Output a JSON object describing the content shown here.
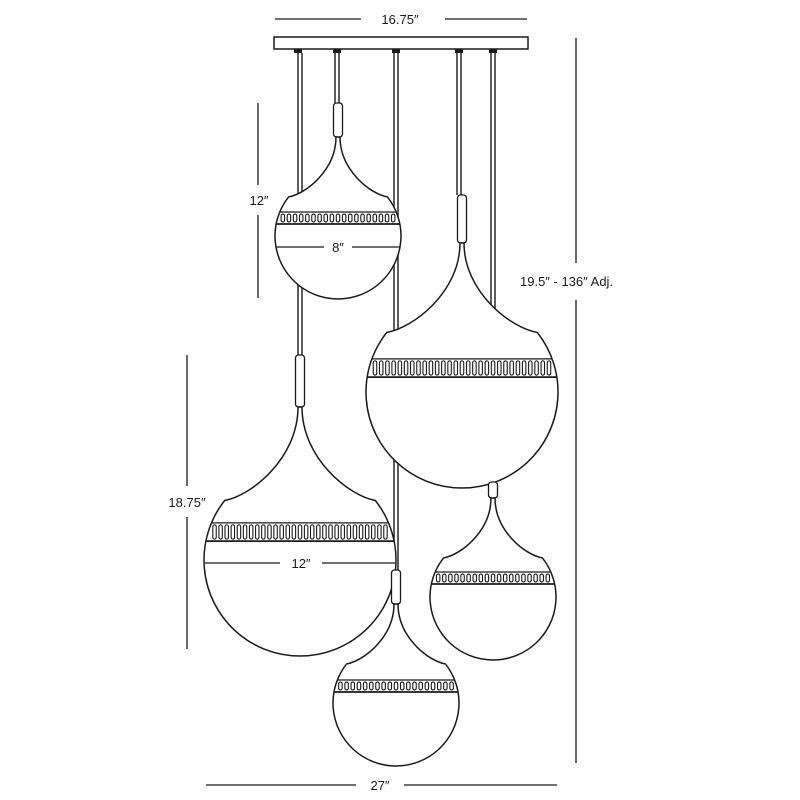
{
  "dimensions": {
    "canopy_width": "16.75″",
    "small_globe_height": "12″",
    "small_globe_diameter": "8″",
    "overall_height": "19.5″ - 136″ Adj.",
    "large_globe_height": "18.75″",
    "large_globe_diameter": "12″",
    "overall_width": "27″"
  },
  "colors": {
    "ink": "#1a1a1a",
    "background": "#ffffff"
  }
}
